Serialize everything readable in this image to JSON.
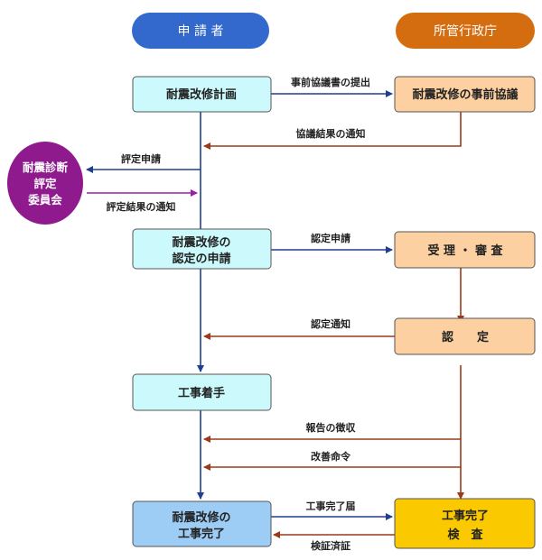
{
  "headers": {
    "applicant": "申 請 者",
    "authority": "所管行政庁"
  },
  "boxes": {
    "plan": "耐震改修計画",
    "pre_consult": "耐震改修の事前協議",
    "cert_app": [
      "耐震改修の",
      "認定の申請"
    ],
    "review": "受 理 ・ 審 査",
    "cert": "認　　定",
    "start": "工事着手",
    "complete": [
      "耐震改修の",
      "工事完了"
    ],
    "inspection": [
      "工事完了",
      "検　査"
    ]
  },
  "committee": [
    "耐震診断",
    "評定",
    "委員会"
  ],
  "arrows": {
    "submit_pre": "事前協議書の提出",
    "pre_result": "協議結果の通知",
    "eval_app": "評定申請",
    "eval_result": "評定結果の通知",
    "cert_app": "認定申請",
    "cert_notice": "認定通知",
    "report": "報告の徴収",
    "improve": "改善命令",
    "complete_notice": "工事完了届",
    "certificate": "検証済証"
  },
  "colors": {
    "blue": "#1f3f8f",
    "brown": "#9b3a1a",
    "purple": "#9a1fa8"
  }
}
